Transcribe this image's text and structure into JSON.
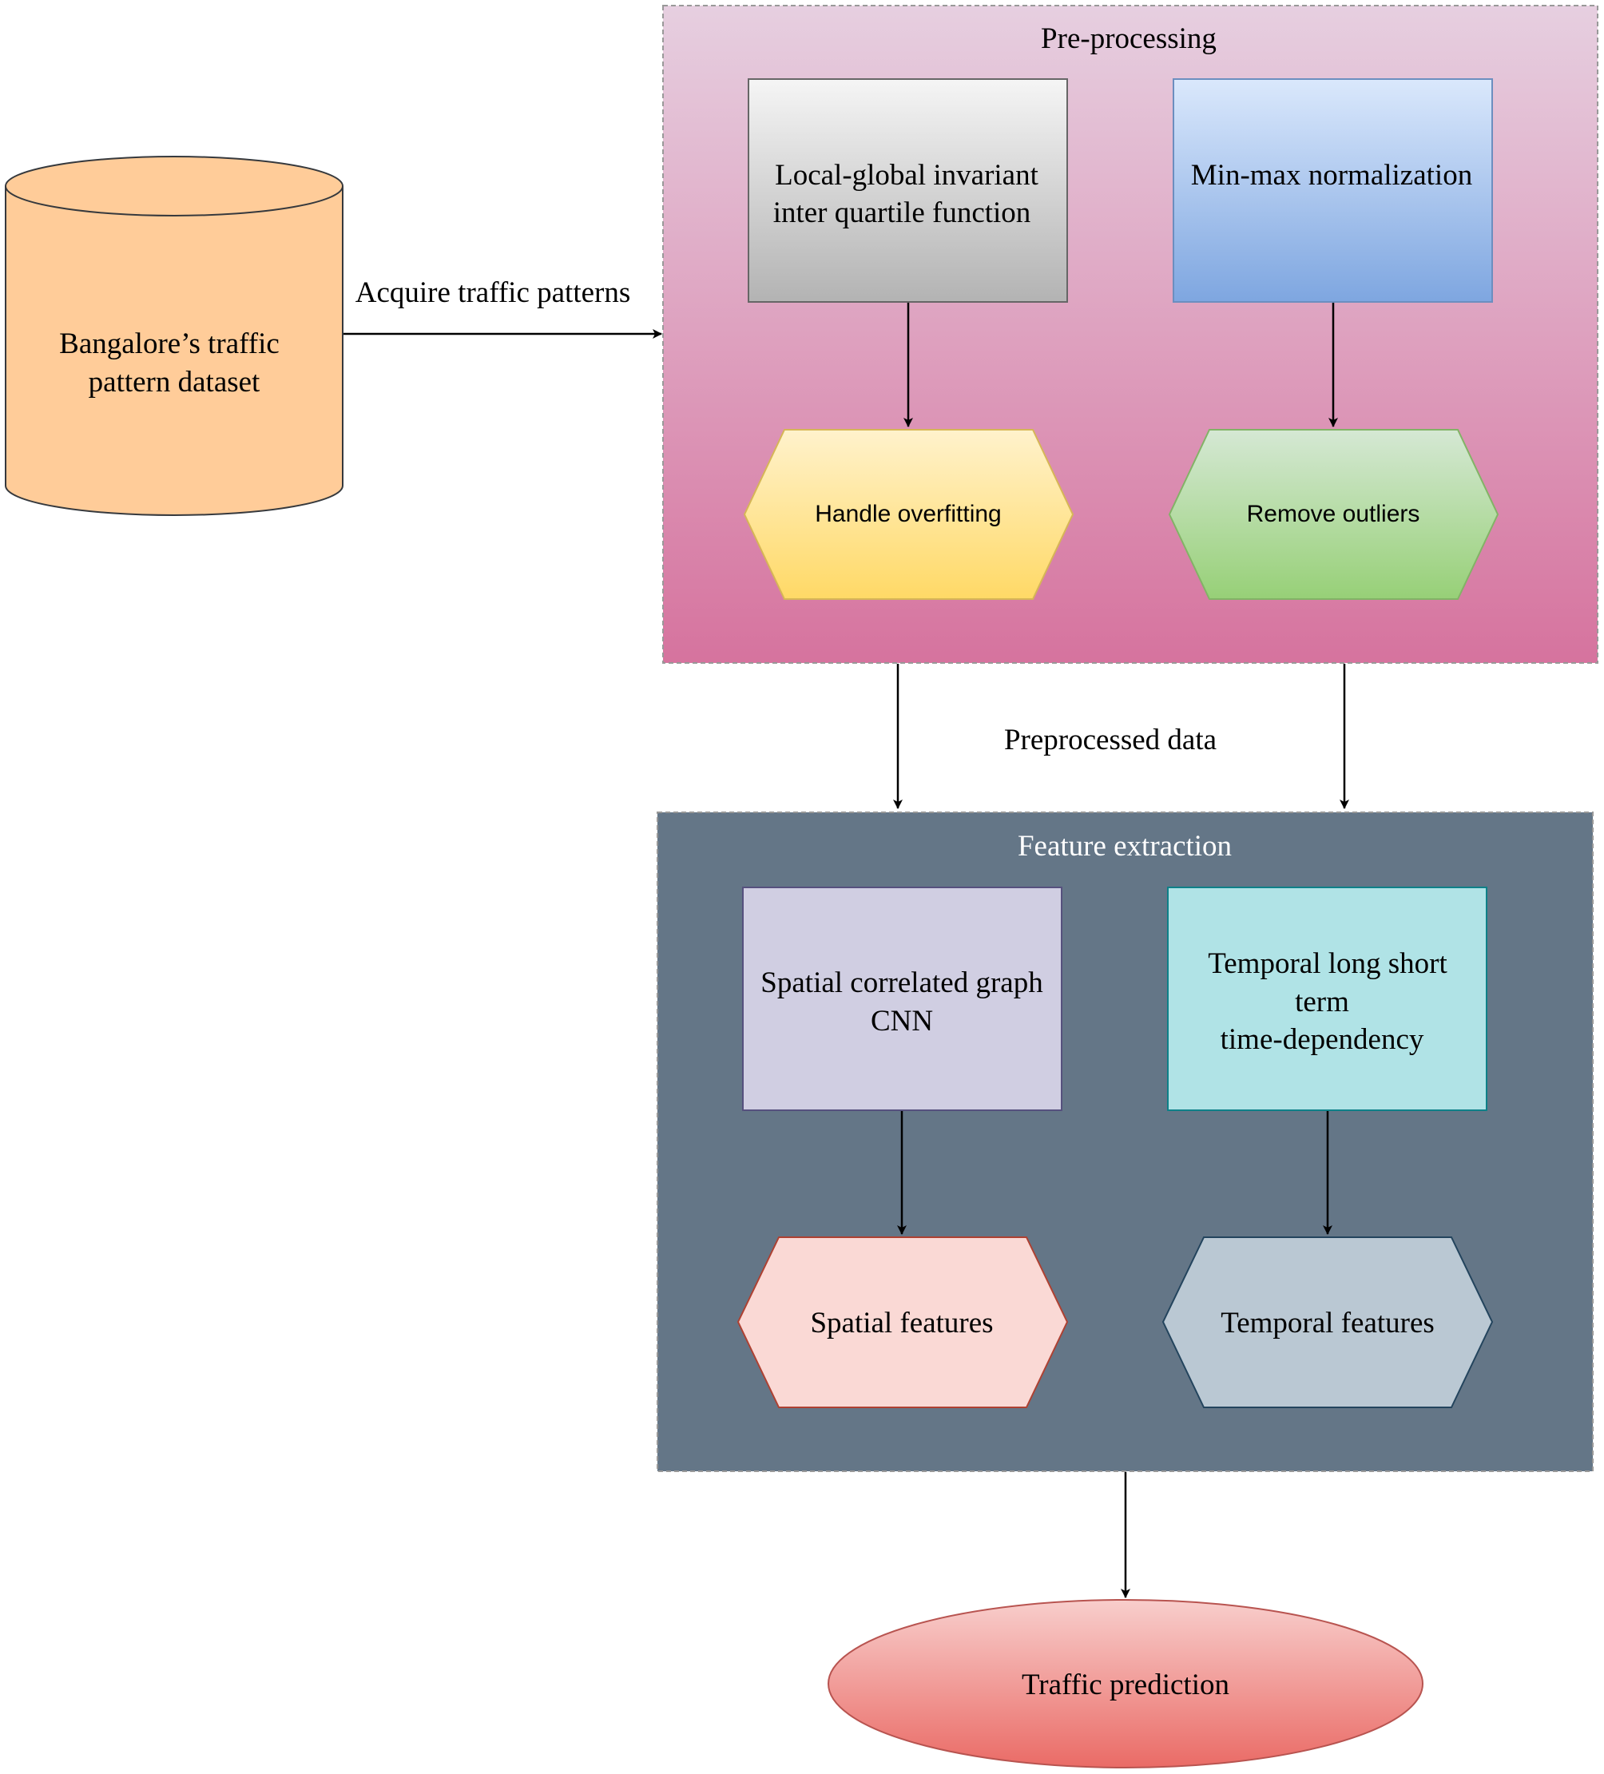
{
  "dataset": {
    "line1": "Bangalore’s traffic",
    "line2": "pattern dataset"
  },
  "acquire_label": "Acquire traffic patterns",
  "preprocessing": {
    "title": "Pre-processing",
    "box1": {
      "line1": "Local-global invariant",
      "line2": "inter quartile function"
    },
    "box2": {
      "label": "Min-max normalization"
    },
    "hex1": {
      "label": "Handle overfitting"
    },
    "hex2": {
      "label": "Remove outliers"
    }
  },
  "preprocessed_label": "Preprocessed data",
  "feature_extraction": {
    "title": "Feature extraction",
    "box1": {
      "line1": "Spatial correlated graph",
      "line2": "CNN"
    },
    "box2": {
      "line1": "Temporal long short",
      "line2": "term",
      "line3": "time-dependency"
    },
    "hex1": {
      "label": "Spatial features"
    },
    "hex2": {
      "label": "Temporal features"
    }
  },
  "output": {
    "label": "Traffic prediction"
  },
  "colors": {
    "cylinder_fill": "#ffcc99",
    "preprocessing_top": "#e6cfe0",
    "preprocessing_bottom": "#d6739e",
    "feature_bg": "#647687",
    "box1_top": "#f5f5f5",
    "box1_bottom": "#b3b3b3",
    "box2_top": "#dae8fc",
    "box2_bottom": "#7ea6e0",
    "hex1_top": "#fff2cc",
    "hex1_bottom": "#ffd966",
    "hex2_top": "#d5e8d4",
    "hex2_bottom": "#97d077",
    "spatial_box": "#d0cee2",
    "temporal_box": "#b0e3e6",
    "spatial_hex": "#fad9d5",
    "temporal_hex": "#bac8d3",
    "ellipse_top": "#f8cecc",
    "ellipse_bottom": "#ea6b66"
  }
}
